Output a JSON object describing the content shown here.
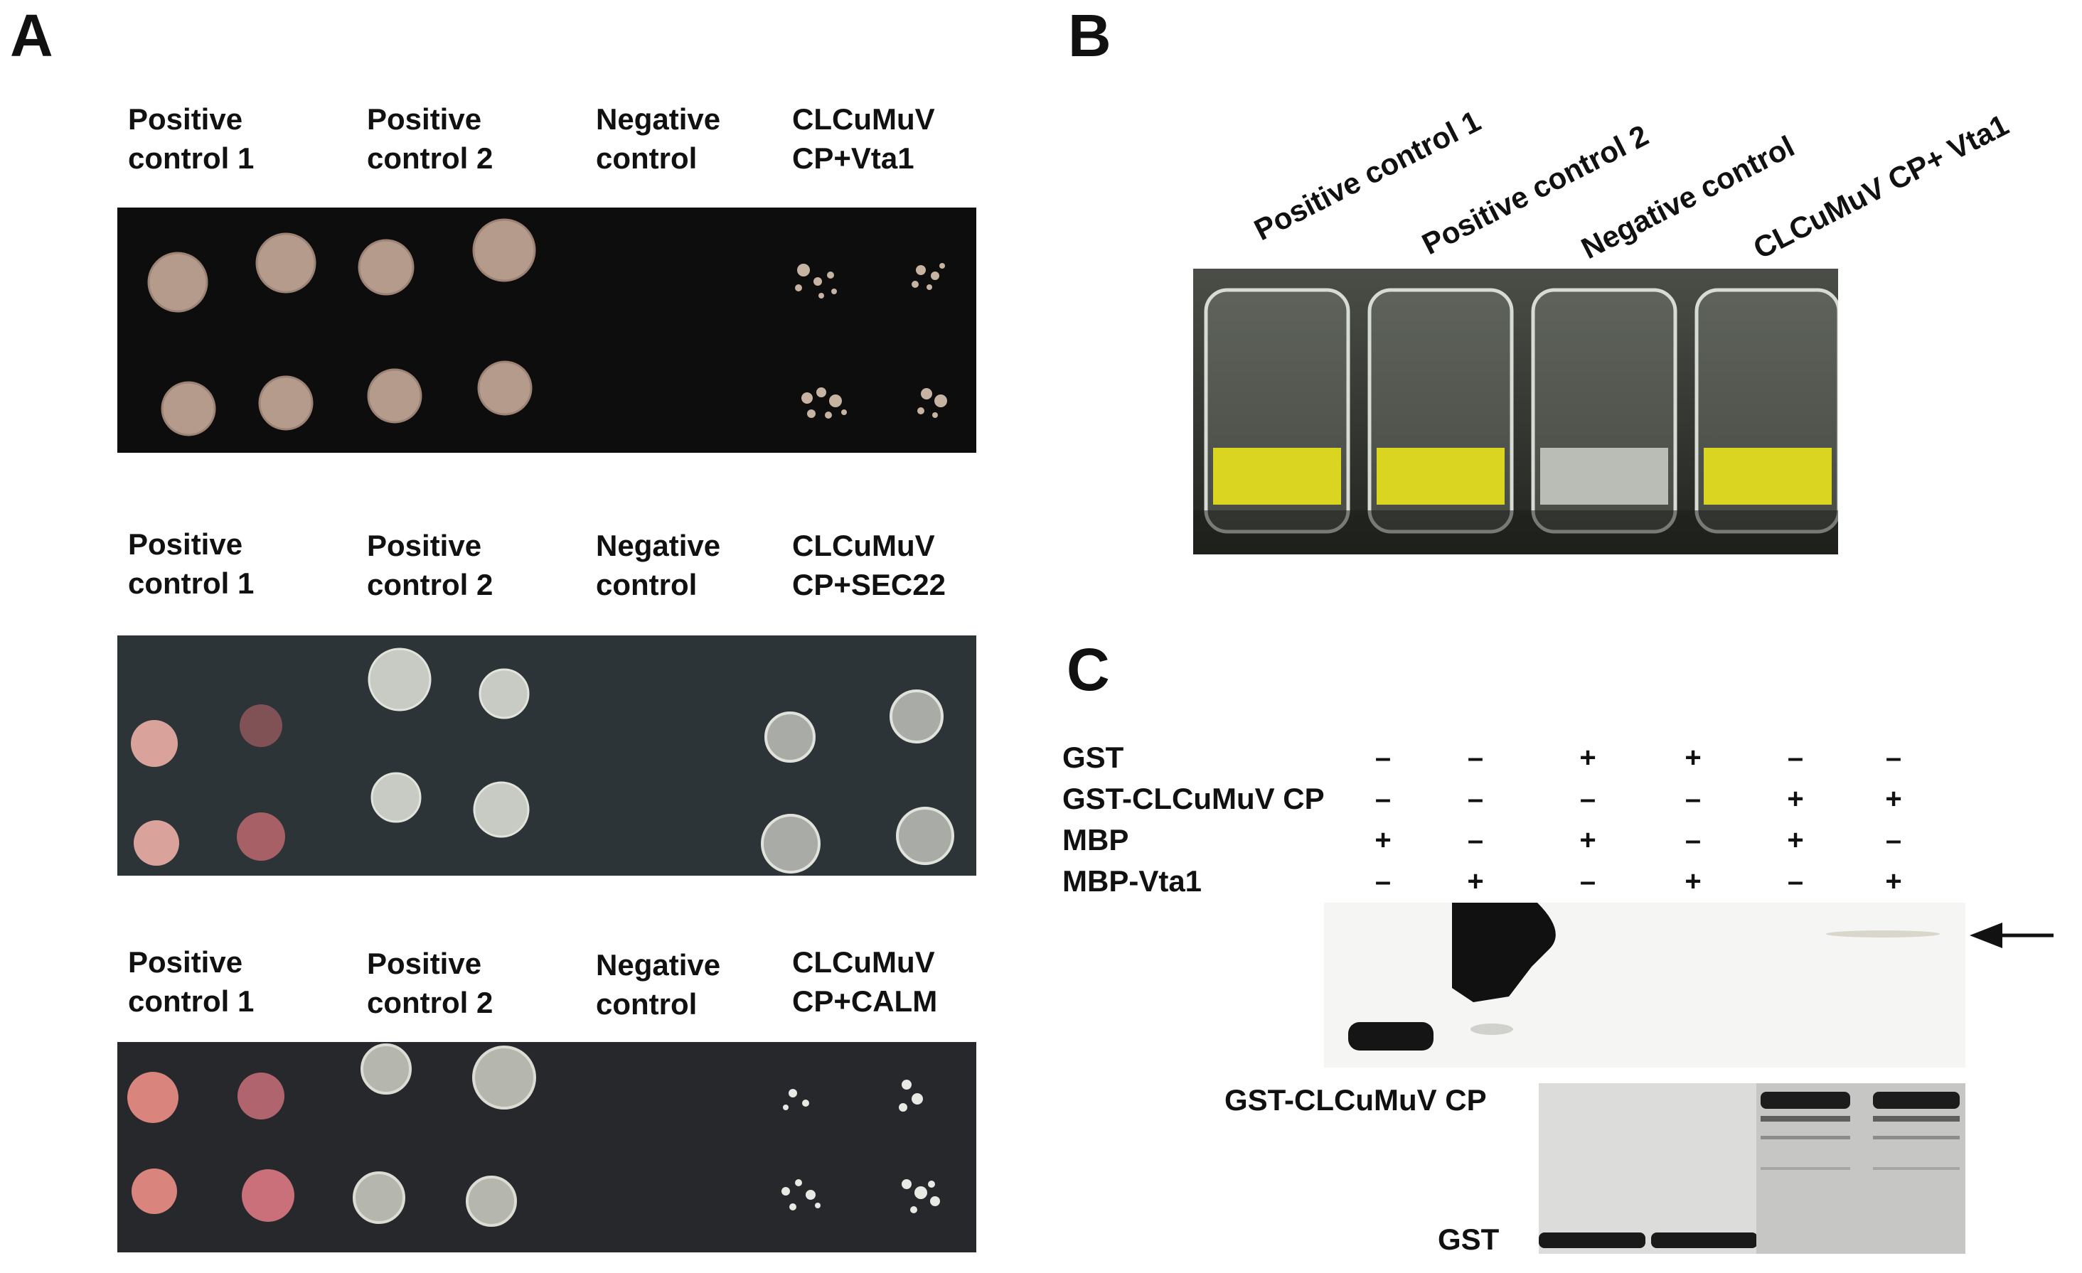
{
  "panels": {
    "a": "A",
    "b": "B",
    "c": "C"
  },
  "panel_a": {
    "blocks": [
      {
        "labels": [
          "Positive\ncontrol 1",
          "Positive\ncontrol 2",
          "Negative\ncontrol",
          "CLCuMuV\nCP+Vta1"
        ]
      },
      {
        "labels": [
          "Positive\ncontrol 1",
          "Positive\ncontrol 2",
          "Negative\ncontrol",
          "CLCuMuV\nCP+SEC22"
        ]
      },
      {
        "labels": [
          "Positive\ncontrol 1",
          "Positive\ncontrol 2",
          "Negative\ncontrol",
          "CLCuMuV\nCP+CALM"
        ]
      }
    ]
  },
  "panel_b": {
    "labels": [
      "Positive control 1",
      "Positive control 2",
      "Negative control",
      "CLCuMuV CP+ Vta1"
    ]
  },
  "panel_c": {
    "rows": [
      {
        "label": "GST",
        "signs": [
          "–",
          "–",
          "+",
          "+",
          "–",
          "–"
        ]
      },
      {
        "label": "GST-CLCuMuV CP",
        "signs": [
          "–",
          "–",
          "–",
          "–",
          "+",
          "+"
        ]
      },
      {
        "label": "MBP",
        "signs": [
          "+",
          "–",
          "+",
          "–",
          "+",
          "–"
        ]
      },
      {
        "label": "MBP-Vta1",
        "signs": [
          "–",
          "+",
          "–",
          "+",
          "–",
          "+"
        ]
      }
    ],
    "gel_labels": {
      "top": "GST-CLCuMuV CP",
      "bottom": "GST"
    }
  }
}
